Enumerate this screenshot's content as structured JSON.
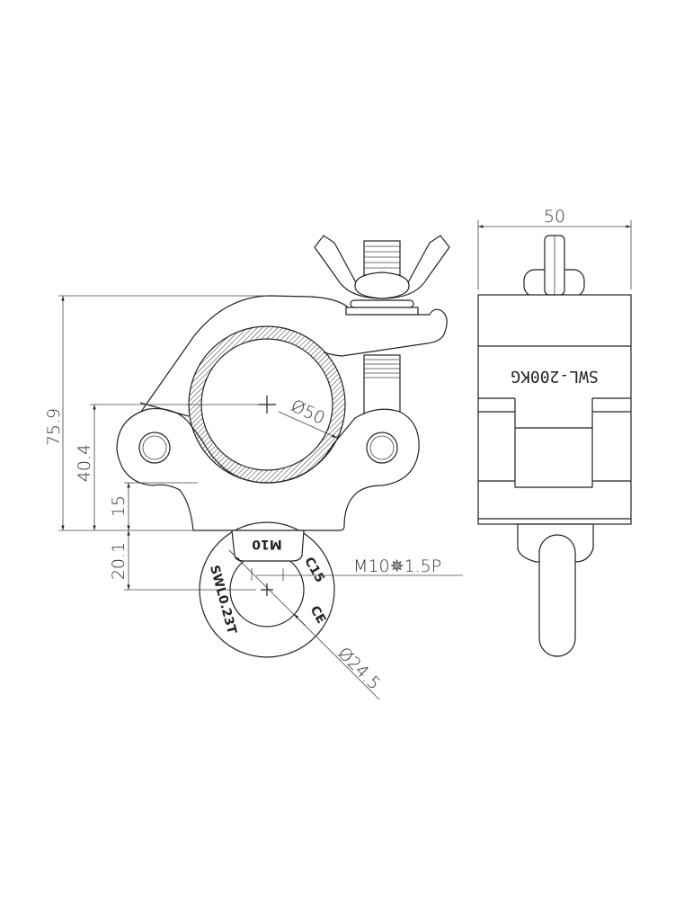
{
  "dimensions": {
    "overall_height": "75.9",
    "center_height": "40.4",
    "base_height": "15",
    "eye_offset": "20.1",
    "tube_diameter": "Ø50",
    "eye_diameter": "Ø24.5",
    "thread": "M10✵1.5P",
    "width": "50"
  },
  "engravings": {
    "body_side": "SWL-200KG",
    "eye_top": "M10",
    "eye_left": "SWL0.23T",
    "eye_right_1": "C15",
    "eye_right_2": "CE"
  }
}
